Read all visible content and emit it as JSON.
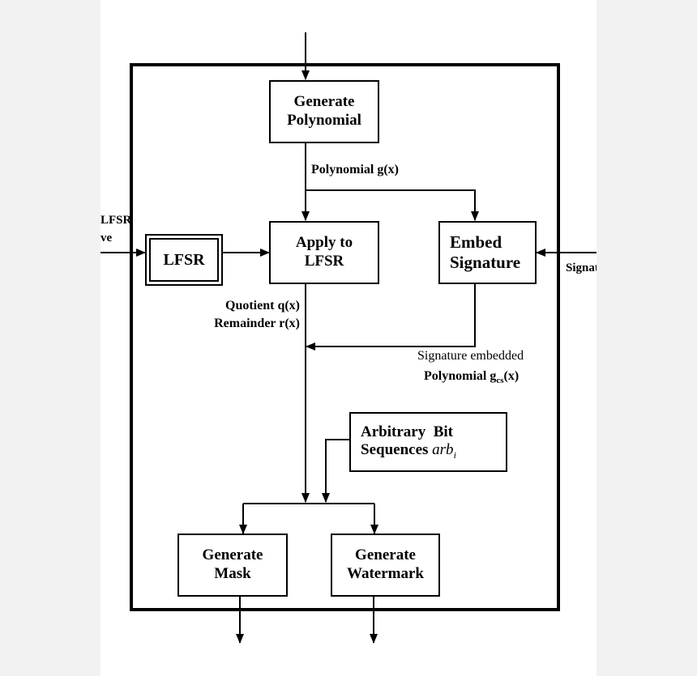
{
  "blocks": {
    "generate_polynomial": [
      "Generate",
      "Polynomial"
    ],
    "apply_to_lfsr": [
      "Apply to",
      "LFSR"
    ],
    "embed_signature": [
      "Embed",
      "Signature"
    ],
    "lfsr": "LFSR",
    "arbitrary_bits": {
      "line1": "Arbitrary  Bit",
      "line2_text": "Sequences ",
      "line2_var": "arb",
      "line2_sub": "i"
    },
    "generate_mask": [
      "Generate",
      "Mask"
    ],
    "generate_watermark": [
      "Generate",
      "Watermark"
    ]
  },
  "labels": {
    "polynomial_gx": "Polynomial g(x)",
    "quotient": "Quotient q(x)",
    "remainder": "Remainder r(x)",
    "sig_embedded_line1": "Signature embedded",
    "sig_poly_text": "Polynomial g",
    "sig_poly_sub": "cs",
    "sig_poly_end": "(x)",
    "left_input_line1": "LFSR",
    "left_input_line2": "ve",
    "right_input": "Signat"
  },
  "colors": {
    "line": "#000000",
    "page_bg": "#ffffff",
    "margin_bg": "#f2f2f2"
  }
}
